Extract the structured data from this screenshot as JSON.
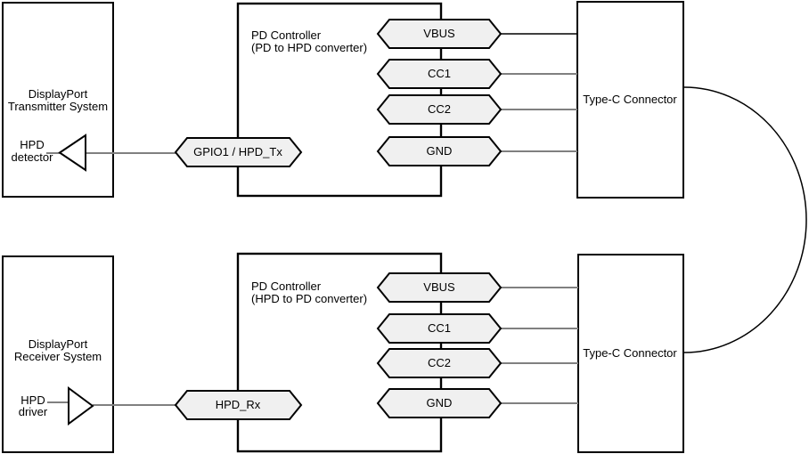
{
  "top_system": {
    "display_system": {
      "line1": "DisplayPort",
      "line2": "Transmitter System"
    },
    "hpd_block": {
      "line1": "HPD",
      "line2": "detector"
    },
    "pd_controller": {
      "line1": "PD Controller",
      "line2": "(PD to HPD converter)"
    },
    "hpd_pin": "GPIO1 / HPD_Tx",
    "pins": [
      "VBUS",
      "CC1",
      "CC2",
      "GND"
    ],
    "connector": "Type-C Connector"
  },
  "bottom_system": {
    "display_system": {
      "line1": "DisplayPort",
      "line2": "Receiver System"
    },
    "hpd_block": {
      "line1": "HPD",
      "line2": "driver"
    },
    "pd_controller": {
      "line1": "PD Controller",
      "line2": "(HPD to PD converter)"
    },
    "hpd_pin": "HPD_Rx",
    "pins": [
      "VBUS",
      "CC1",
      "CC2",
      "GND"
    ],
    "connector": "Type-C Connector"
  },
  "colors": {
    "hexagon_fill": "#f0f0f0",
    "signal_line": "#808080",
    "outline": "#000000",
    "background": "#ffffff"
  }
}
